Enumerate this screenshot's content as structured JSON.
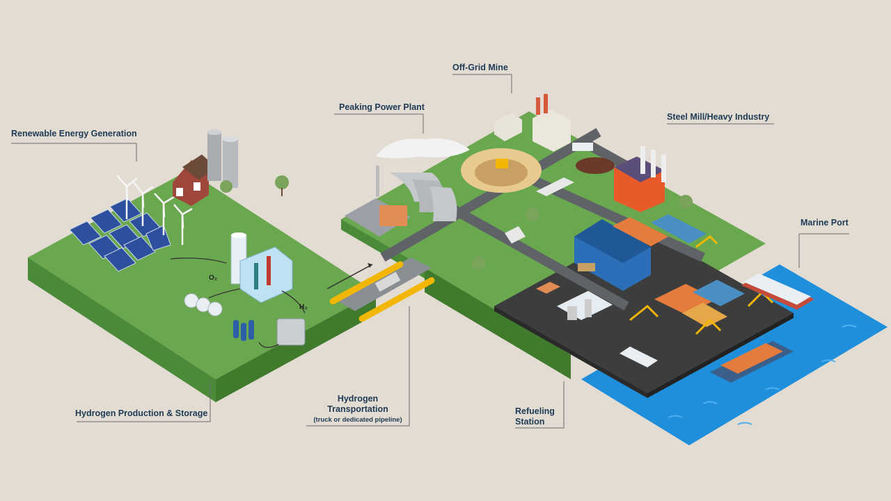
{
  "labels": {
    "renewable": "Renewable Energy Generation",
    "production": "Hydrogen Production & Storage",
    "transport_title": "Hydrogen Transportation",
    "transport_title_line1": "Hydrogen",
    "transport_title_line2": "Transportation",
    "transport_sub": "(truck or dedicated pipeline)",
    "peaking": "Peaking Power Plant",
    "mine": "Off-Grid Mine",
    "steel": "Steel Mill/Heavy Industry",
    "port": "Marine Port",
    "refuel_line1": "Refueling",
    "refuel_line2": "Station"
  },
  "diagram_marks": {
    "oxygen": "O₂",
    "hydrogen": "H₂"
  },
  "colors": {
    "background": "#e3dcd3",
    "grass": "#6aa84f",
    "grass_side": "#3f7a2d",
    "road": "#5f6368",
    "port_slab": "#3d3d3d",
    "water": "#1f8fdc",
    "label_text": "#1e3a55",
    "pipeline": "#f2b705"
  }
}
